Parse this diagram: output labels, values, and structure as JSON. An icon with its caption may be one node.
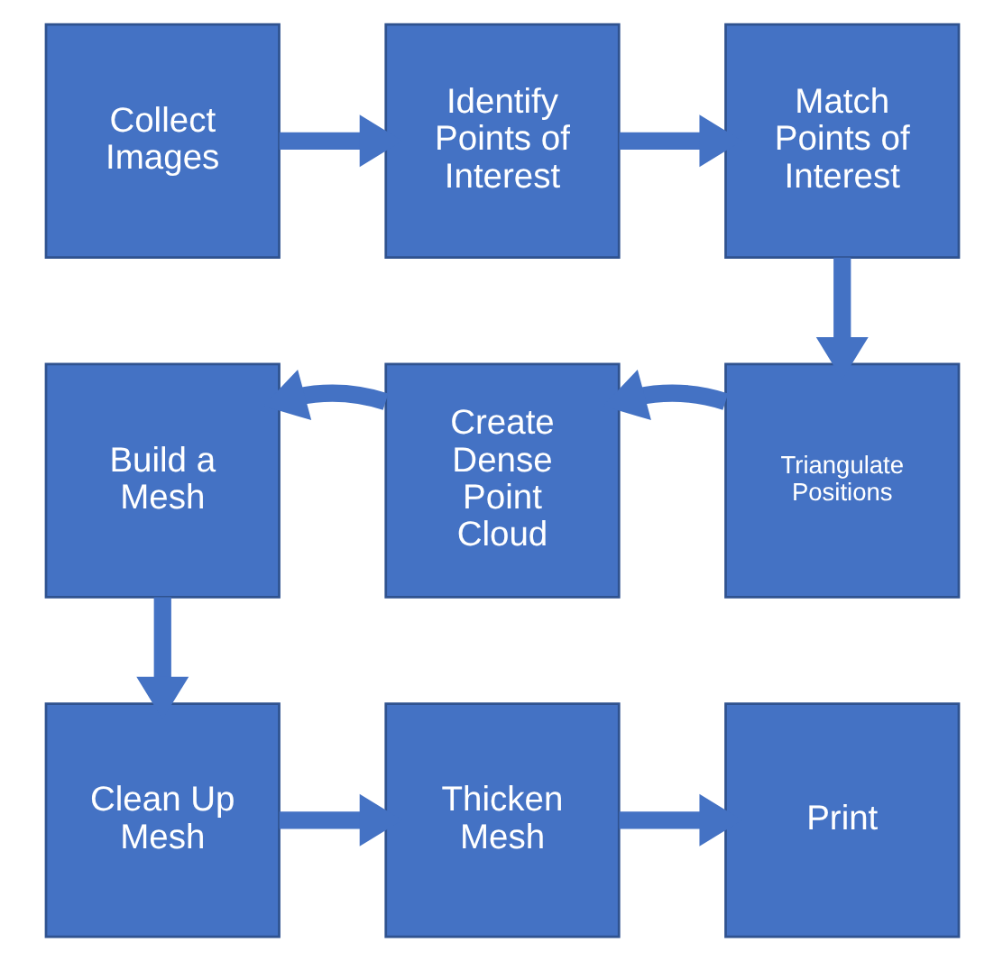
{
  "diagram": {
    "nodes": [
      {
        "text": [
          "Collect Images"
        ]
      },
      {
        "text": [
          "Identify Points of Interest"
        ]
      },
      {
        "text": [
          "Match Points of Interest"
        ]
      },
      {
        "text": [
          "Triangulate Positions"
        ]
      },
      {
        "text": [
          "Create Dense Point Cloud"
        ]
      },
      {
        "text": [
          "Build a Mesh"
        ]
      },
      {
        "text": [
          "Clean Up Mesh"
        ]
      },
      {
        "text": [
          "Thicken Mesh"
        ]
      },
      {
        "text": [
          "Print"
        ]
      }
    ],
    "edges": [
      {
        "from": 0,
        "to": 1,
        "arrow": "to"
      },
      {
        "from": 1,
        "to": 2,
        "arrow": "to"
      },
      {
        "from": 2,
        "to": 3,
        "arrow": "to"
      },
      {
        "from": 3,
        "to": 4,
        "arrow": "to"
      },
      {
        "from": 4,
        "to": 5,
        "arrow": "to"
      },
      {
        "from": 5,
        "to": 6,
        "arrow": "to"
      },
      {
        "from": 6,
        "to": 7,
        "arrow": "to"
      },
      {
        "from": 7,
        "to": 8,
        "arrow": "to"
      }
    ]
  }
}
